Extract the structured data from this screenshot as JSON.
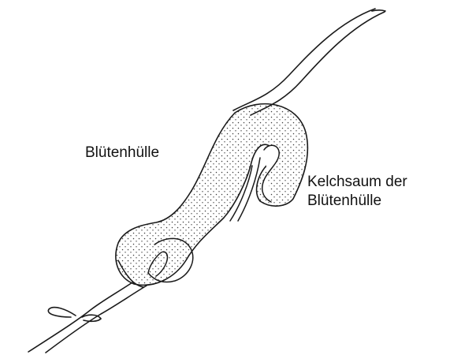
{
  "labels": {
    "perianth": "Blütenhülle",
    "calyx_line1": "Kelchsaum der",
    "calyx_line2": "Blütenhülle"
  },
  "colors": {
    "line": "#1a1a1a",
    "stipple": "#3a3a3a",
    "background": "#ffffff"
  }
}
